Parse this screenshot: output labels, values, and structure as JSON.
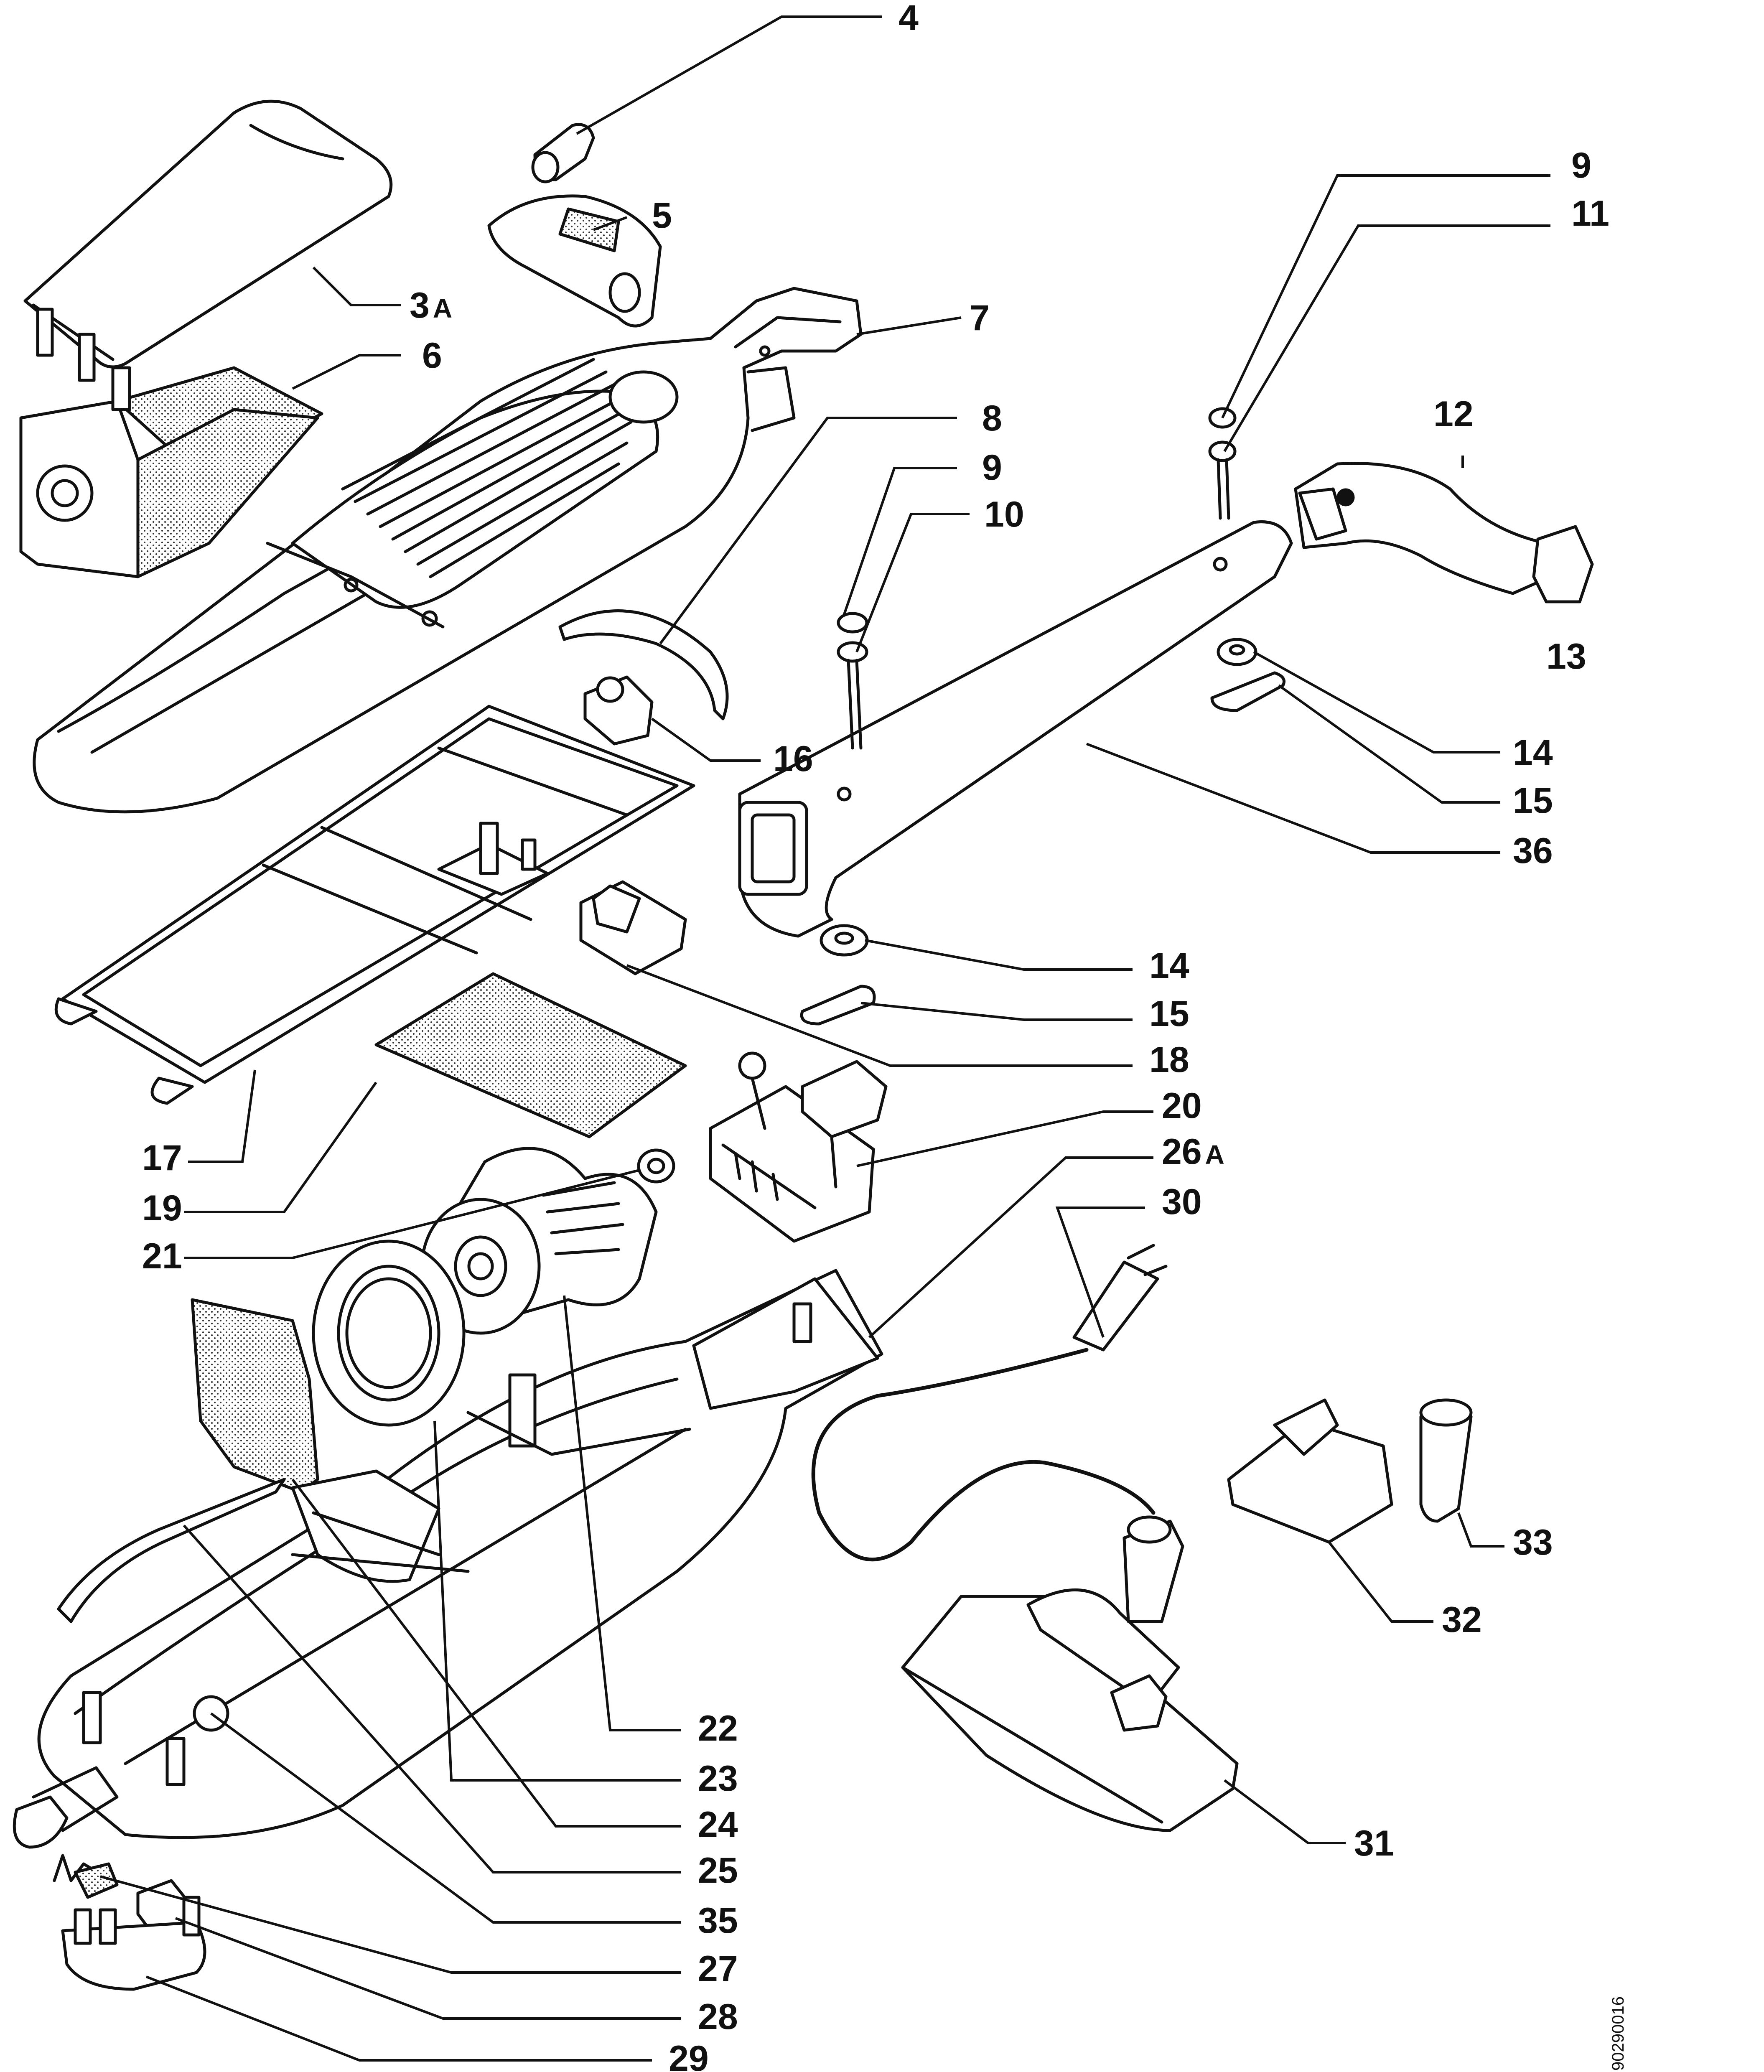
{
  "callouts": [
    {
      "id": "c4",
      "label": "4"
    },
    {
      "id": "c5",
      "label": "5"
    },
    {
      "id": "c3a",
      "label": "3",
      "suffix": "A"
    },
    {
      "id": "c6",
      "label": "6"
    },
    {
      "id": "c7",
      "label": "7"
    },
    {
      "id": "c8",
      "label": "8"
    },
    {
      "id": "c9a",
      "label": "9"
    },
    {
      "id": "c10",
      "label": "10"
    },
    {
      "id": "c9b",
      "label": "9"
    },
    {
      "id": "c11",
      "label": "11"
    },
    {
      "id": "c12",
      "label": "12"
    },
    {
      "id": "c13",
      "label": "13"
    },
    {
      "id": "c14a",
      "label": "14"
    },
    {
      "id": "c15a",
      "label": "15"
    },
    {
      "id": "c36",
      "label": "36"
    },
    {
      "id": "c16",
      "label": "16"
    },
    {
      "id": "c14b",
      "label": "14"
    },
    {
      "id": "c15b",
      "label": "15"
    },
    {
      "id": "c18",
      "label": "18"
    },
    {
      "id": "c20",
      "label": "20"
    },
    {
      "id": "c26a",
      "label": "26",
      "suffix": "A"
    },
    {
      "id": "c30",
      "label": "30"
    },
    {
      "id": "c17",
      "label": "17"
    },
    {
      "id": "c19",
      "label": "19"
    },
    {
      "id": "c21",
      "label": "21"
    },
    {
      "id": "c22",
      "label": "22"
    },
    {
      "id": "c23",
      "label": "23"
    },
    {
      "id": "c24",
      "label": "24"
    },
    {
      "id": "c25",
      "label": "25"
    },
    {
      "id": "c35",
      "label": "35"
    },
    {
      "id": "c27",
      "label": "27"
    },
    {
      "id": "c28",
      "label": "28"
    },
    {
      "id": "c29",
      "label": "29"
    },
    {
      "id": "c31",
      "label": "31"
    },
    {
      "id": "c32",
      "label": "32"
    },
    {
      "id": "c33",
      "label": "33"
    }
  ],
  "drawing_code": "90290016"
}
